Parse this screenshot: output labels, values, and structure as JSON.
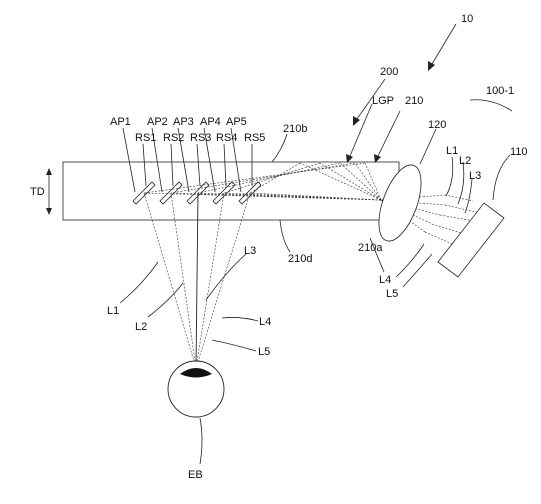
{
  "labels": {
    "system": "10",
    "optical_device": "200",
    "projector": "100-1",
    "lgp": "LGP",
    "guide_num": "210",
    "top_surface": "210b",
    "bottom_surface": "210d",
    "side_surface": "210a",
    "lens": "120",
    "display": "110",
    "thickness": "TD",
    "eye": "EB",
    "ap": [
      "AP1",
      "AP2",
      "AP3",
      "AP4",
      "AP5"
    ],
    "rs": [
      "RS1",
      "RS2",
      "RS3",
      "RS4",
      "RS5"
    ],
    "rays_bottom": [
      "L1",
      "L2",
      "L3",
      "L4",
      "L5"
    ],
    "rays_right": [
      "L1",
      "L2",
      "L3",
      "L4",
      "L5"
    ]
  }
}
